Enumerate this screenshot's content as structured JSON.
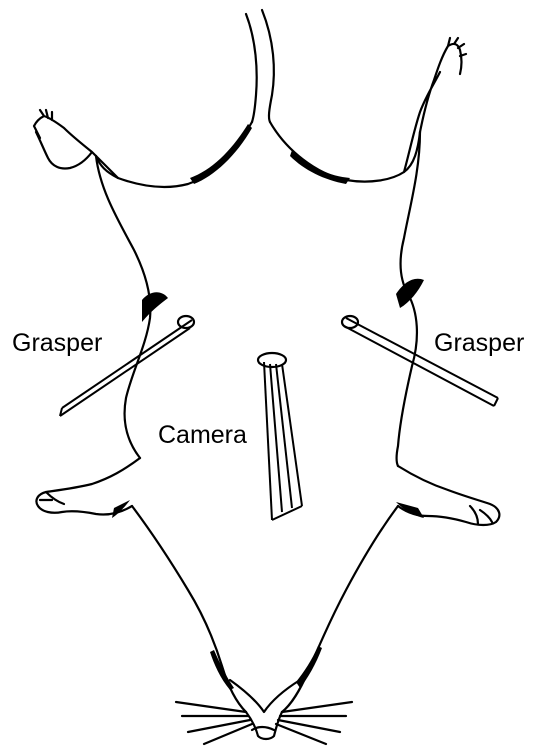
{
  "labels": {
    "grasper_left": "Grasper",
    "grasper_right": "Grasper",
    "camera": "Camera"
  },
  "colors": {
    "ink": "#000000",
    "background": "#ffffff"
  }
}
